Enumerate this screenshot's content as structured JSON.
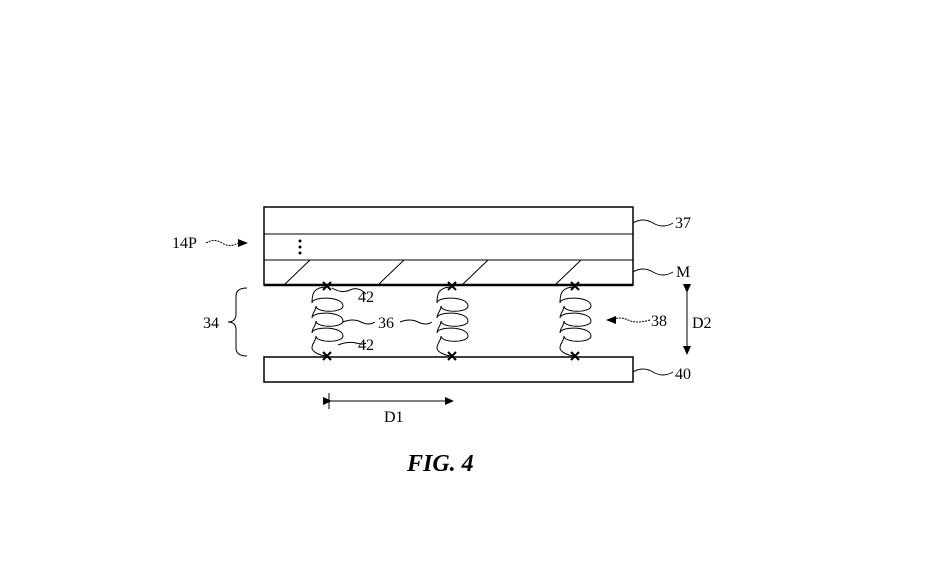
{
  "figure": {
    "caption": "FIG. 4",
    "labels": {
      "top_layer": "37",
      "panel": "14P",
      "middle_layer": "M",
      "anchor_top": "42",
      "anchor_bottom": "42",
      "spring": "36",
      "spring_array": "38",
      "gap_region": "34",
      "base_layer": "40",
      "distance_horizontal": "D1",
      "distance_vertical": "D2"
    }
  }
}
